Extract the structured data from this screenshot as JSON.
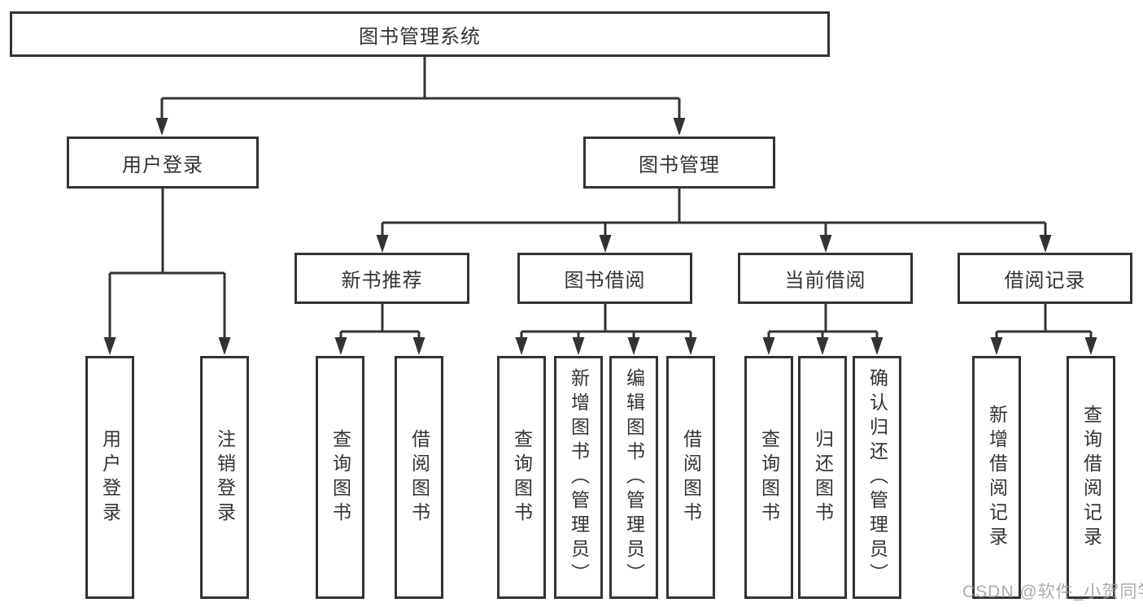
{
  "colors": {
    "line": "#333333",
    "box_border": "#333333",
    "box_background": "#ffffff",
    "text": "#333333",
    "watermark": "#9e9e9e"
  },
  "tree": {
    "root": {
      "label": "图书管理系统",
      "children": [
        {
          "label": "用户登录",
          "children": [
            {
              "label": "用户登录"
            },
            {
              "label": "注销登录"
            }
          ]
        },
        {
          "label": "图书管理",
          "children": [
            {
              "label": "新书推荐",
              "children": [
                {
                  "label": "查询图书"
                },
                {
                  "label": "借阅图书"
                }
              ]
            },
            {
              "label": "图书借阅",
              "children": [
                {
                  "label": "查询图书"
                },
                {
                  "label": "新增图书（管理员）"
                },
                {
                  "label": "编辑图书（管理员）"
                },
                {
                  "label": "借阅图书"
                }
              ]
            },
            {
              "label": "当前借阅",
              "children": [
                {
                  "label": "查询图书"
                },
                {
                  "label": "归还图书"
                },
                {
                  "label": "确认归还（管理员）"
                }
              ]
            },
            {
              "label": "借阅记录",
              "children": [
                {
                  "label": "新增借阅记录"
                },
                {
                  "label": "查询借阅记录"
                }
              ]
            }
          ]
        }
      ]
    }
  },
  "watermark": {
    "text": "CSDN @软件_小贺同学"
  }
}
